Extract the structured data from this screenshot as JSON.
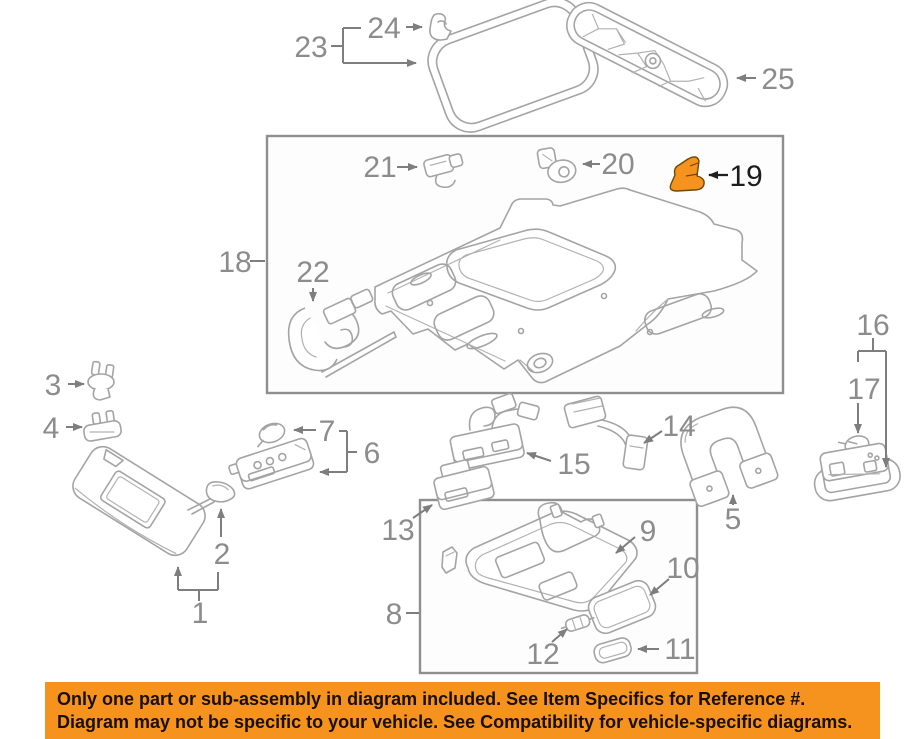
{
  "banner": {
    "line1": "Only one part or sub-assembly in diagram included. See Item Specifics for Reference #.",
    "line2": "Diagram may not be specific to your vehicle. See Compatibility for vehicle-specific diagrams.",
    "background_color": "#F6921E",
    "text_color": "#181004"
  },
  "diagram": {
    "type": "exploded-parts-diagram",
    "subject": "vehicle headliner / interior roof trim",
    "highlighted_part": "19",
    "highlight_color": "#F6921E",
    "line_color": "#A4A4A4",
    "label_color": "#8C8C8C",
    "labels": [
      {
        "part": "1"
      },
      {
        "part": "2"
      },
      {
        "part": "3"
      },
      {
        "part": "4"
      },
      {
        "part": "5"
      },
      {
        "part": "6"
      },
      {
        "part": "7"
      },
      {
        "part": "8"
      },
      {
        "part": "9"
      },
      {
        "part": "10"
      },
      {
        "part": "11"
      },
      {
        "part": "12"
      },
      {
        "part": "13"
      },
      {
        "part": "14"
      },
      {
        "part": "15"
      },
      {
        "part": "16"
      },
      {
        "part": "17"
      },
      {
        "part": "18"
      },
      {
        "part": "19"
      },
      {
        "part": "20"
      },
      {
        "part": "21"
      },
      {
        "part": "22"
      },
      {
        "part": "23"
      },
      {
        "part": "24"
      },
      {
        "part": "25"
      }
    ]
  }
}
